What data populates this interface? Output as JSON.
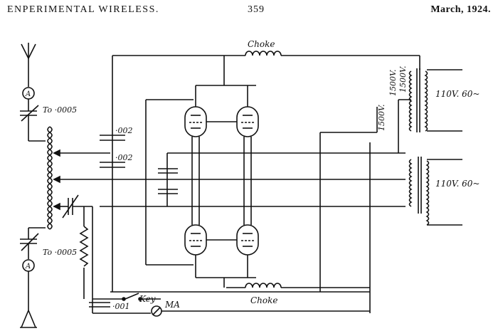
{
  "header": {
    "journal": "ENPERIMENTAL WIRELESS.",
    "page_number": "359",
    "date": "March, 1924."
  },
  "labels": {
    "choke_top": "Choke",
    "choke_bottom": "Choke",
    "cap_top": "To ·0005",
    "cap_bottom": "To ·0005",
    "cap_002_a": "·002",
    "cap_002_b": "·002",
    "cap_001": "·001",
    "key": "Key",
    "ma": "MA",
    "ammeter_top": "A",
    "ammeter_bottom": "A",
    "plate_volts_1": "1500V.",
    "plate_volts_2": "1500V.",
    "plate_volts_3": "1500V.",
    "mains_1": "110V. 60~",
    "mains_2": "110V. 60~"
  }
}
